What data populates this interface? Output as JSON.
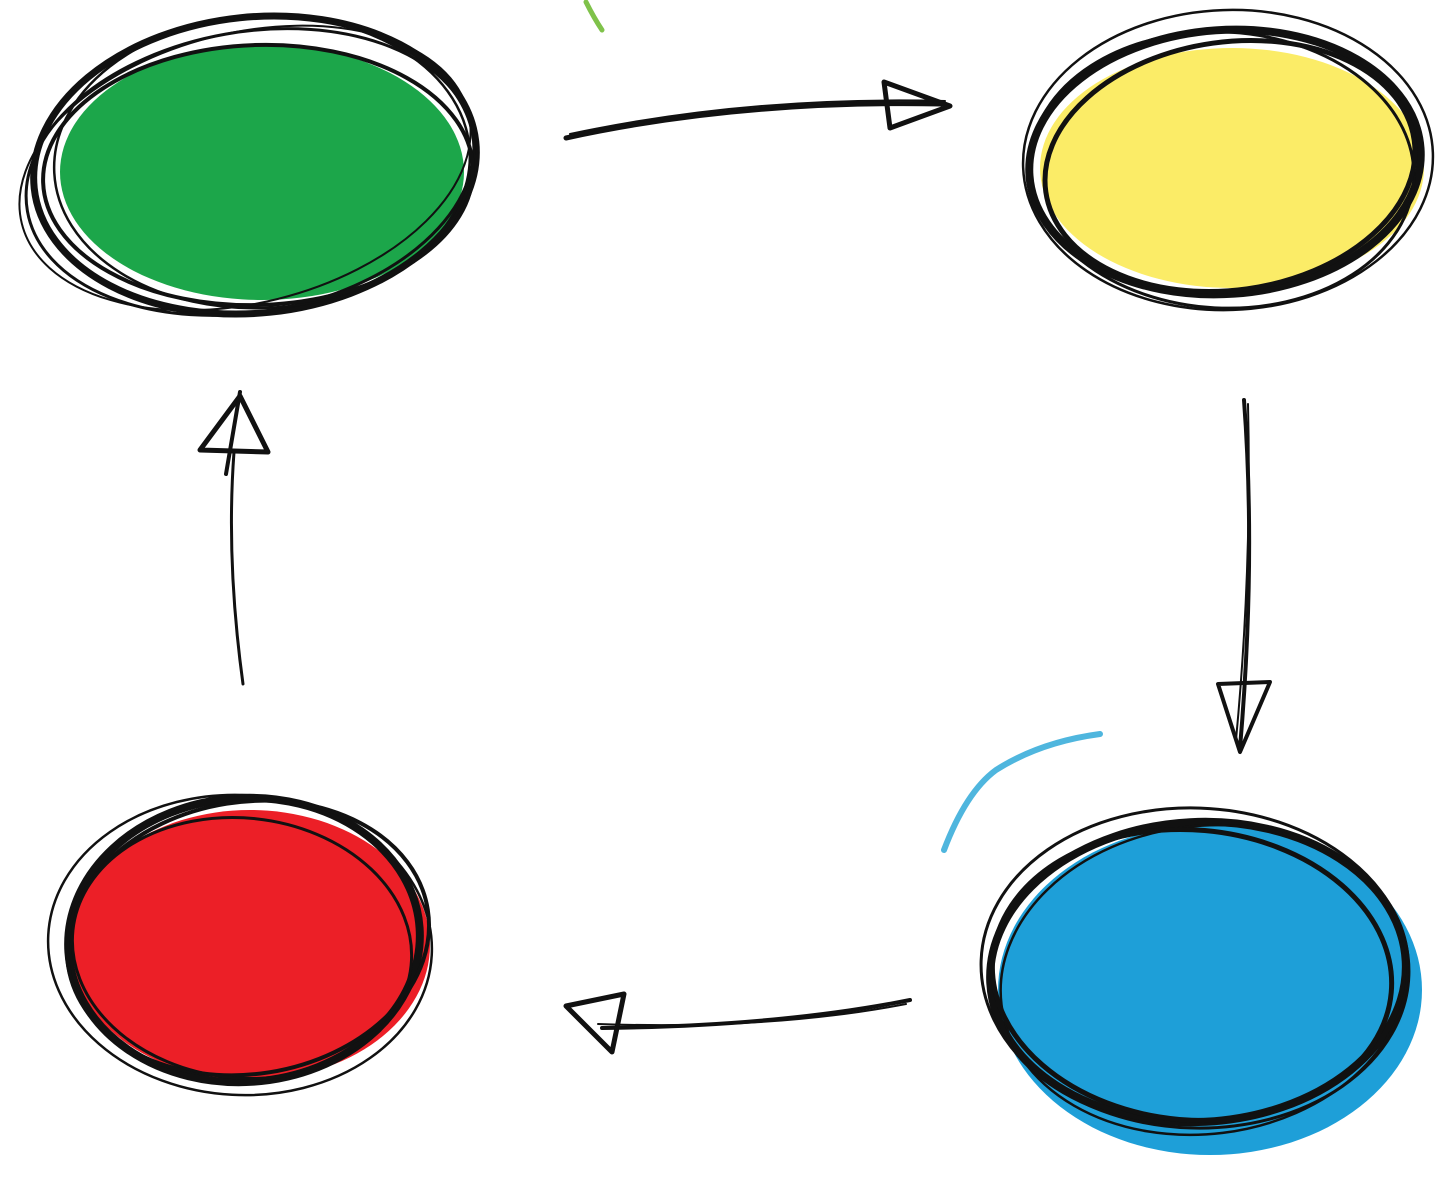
{
  "diagram": {
    "type": "cycle",
    "nodes": [
      {
        "id": "green",
        "color": "#1ca64a"
      },
      {
        "id": "yellow",
        "color": "#fbec67"
      },
      {
        "id": "blue",
        "color": "#1e9fd8"
      },
      {
        "id": "red",
        "color": "#ec1f27"
      }
    ],
    "edges": [
      {
        "from": "green",
        "to": "yellow"
      },
      {
        "from": "yellow",
        "to": "blue"
      },
      {
        "from": "blue",
        "to": "red"
      },
      {
        "from": "red",
        "to": "green"
      }
    ],
    "ink_color": "#111111",
    "stray_marks": [
      {
        "color": "#7fc24a"
      },
      {
        "color": "#4fb6de"
      }
    ]
  }
}
